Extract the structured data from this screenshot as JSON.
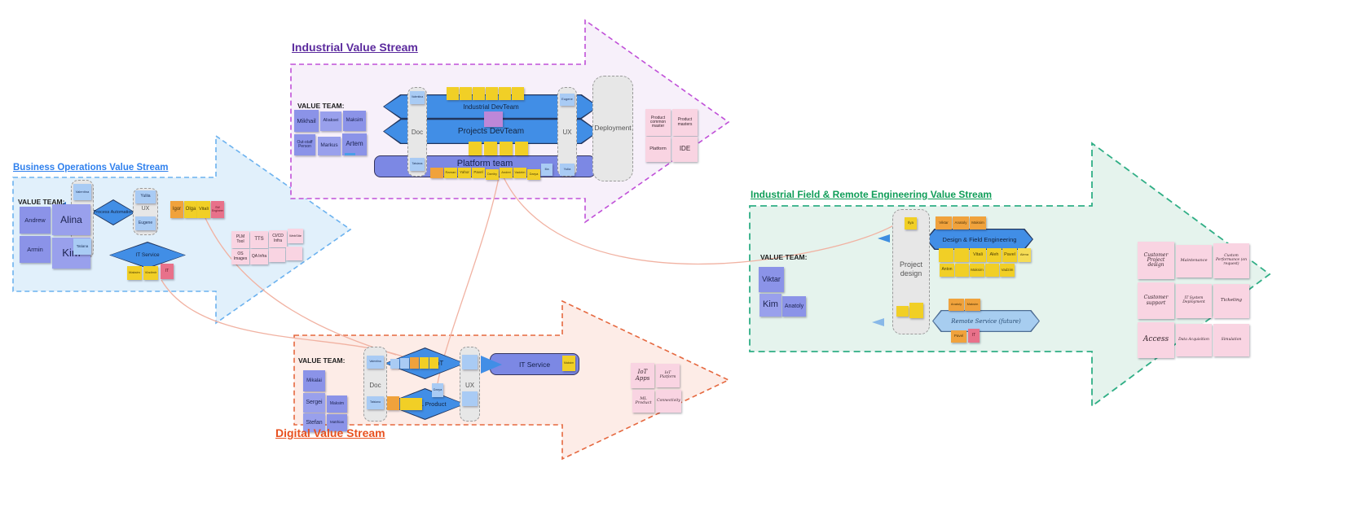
{
  "streams": {
    "business": {
      "title": "Business Operations Value Stream",
      "value_team_label": "VALUE TEAM:",
      "team": [
        "Andrew",
        "Alina",
        "Armin",
        "Kim"
      ],
      "doc_label": "Doc",
      "doc_top": "Valentina",
      "doc_bottom": "Tatiana",
      "process_diamond": "Process Automation",
      "ux_label": "UX",
      "ux_top": "Yuliia",
      "ux_bottom": "Eugene",
      "handoff": [
        "Igor",
        "Olga",
        "Vitali",
        "SW Engineer"
      ],
      "infra_stickies": [
        "PLM Tool",
        "TTS",
        "CI/CD Infra",
        "WebSite",
        "OS Images",
        "QA Infra",
        "",
        ""
      ],
      "it_service_diamond": "IT Service",
      "it_service_stickies": [
        "Maksim",
        "Vladimir",
        "IT"
      ]
    },
    "industrial": {
      "title": "Industrial Value Stream",
      "value_team_label": "VALUE TEAM:",
      "team": [
        "Mikhail",
        "Aliaksei",
        "Maksim",
        "Out-staff Person",
        "Markus",
        "Artem"
      ],
      "doc_label": "Doc",
      "doc_top": "Valentina",
      "doc_bottom": "Tatsiana",
      "yellow_top": [
        "",
        "",
        "",
        "",
        "",
        ""
      ],
      "diamond1": "Industrial DevTeam",
      "mid_sticky": "",
      "diamond2": "Projects DevTeam",
      "yellow_bottom": [
        "",
        "",
        "",
        ""
      ],
      "platform_label": "Platform team",
      "platform_stickies": [
        "",
        "Raman",
        "Yahor",
        "Pavel",
        "Dzmitry",
        "Andrei",
        "Vadzim",
        "Darya",
        "Ilia"
      ],
      "ux_label": "UX",
      "ux_top": "Eugene",
      "ux_bottom": "Yulia",
      "deployment_label": "Deployment",
      "products": [
        "Product common master",
        "Product masters",
        "Platform",
        "IDE"
      ]
    },
    "digital": {
      "title": "Digital Value Stream",
      "value_team_label": "VALUE TEAM:",
      "team": [
        "Mikalai",
        "Sergei",
        "Maksim",
        "Stefan",
        "Matthias"
      ],
      "doc_label": "Doc",
      "doc_top": "Valentina",
      "doc_bottom": "Tatsiana",
      "iot_diamond": "IoT",
      "iot_stickies": [
        "",
        "",
        "",
        "",
        ""
      ],
      "ml_diamond": "ML Product",
      "ml_stickies": [
        "",
        ""
      ],
      "darya": "Darya",
      "ux_label": "UX",
      "it_service_label": "IT Service",
      "it_service_sticky": "Maksim",
      "products": [
        "IoT Apps",
        "IoT Platform",
        "ML Product",
        "Connectivity"
      ]
    },
    "field": {
      "title": "Industrial Field & Remote Engineering Value Stream",
      "value_team_label": "VALUE TEAM:",
      "team": [
        "Viktar",
        "Kim",
        "Anatoly"
      ],
      "project_design_label": "Project design",
      "project_top": "Ilya",
      "project_bottom": [
        "",
        ""
      ],
      "design_diamond": "Design & Field Engineering",
      "design_above": [
        "Viktar",
        "Anatoly",
        "Maksim"
      ],
      "design_row1": [
        "",
        "",
        "Vitali",
        "Aleh",
        "Pavel",
        "Alena"
      ],
      "design_row2": [
        "Anton",
        "",
        "Maksim",
        "",
        "Vadzim"
      ],
      "remote_diamond": "Remote Service (future)",
      "remote_above": [
        "Anatoly",
        "Maksim"
      ],
      "remote_below": [
        "Pavel",
        "IT"
      ],
      "outcomes": [
        "Customer Project design",
        "Maintenance",
        "Custom Performance (on request)",
        "Customer support",
        "IT System Deployment",
        "Ticketing",
        "Access",
        "Data Acquisition",
        "Simulation"
      ]
    }
  },
  "colors": {
    "business_accent": "#2f80ed",
    "industrial_accent": "#5b2a9d",
    "digital_accent": "#e8511f",
    "field_accent": "#0f9d58"
  }
}
